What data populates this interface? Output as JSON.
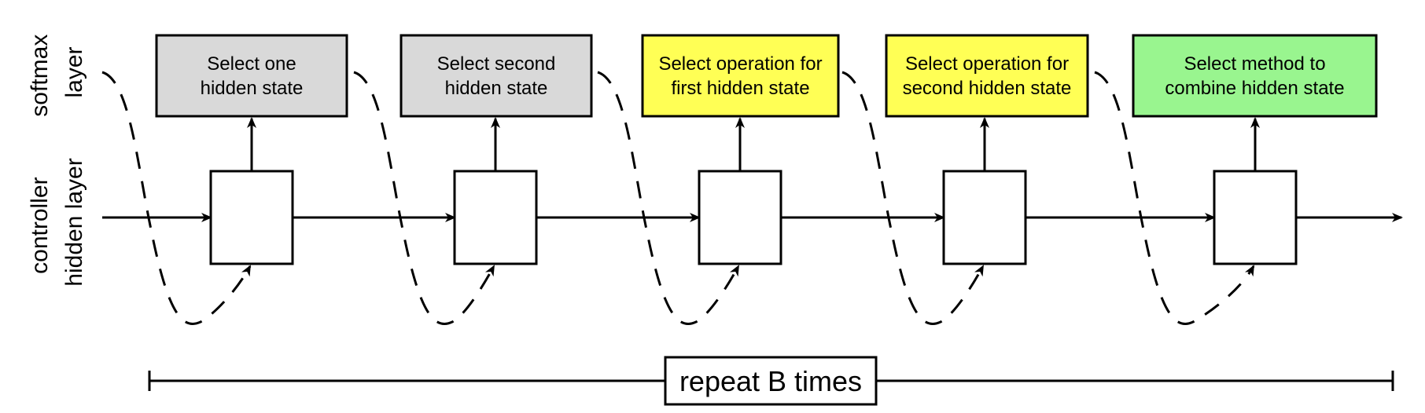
{
  "labels": {
    "softmax": [
      "softmax",
      "layer"
    ],
    "controller": [
      "controller",
      "hidden layer"
    ],
    "repeat": "repeat B times"
  },
  "colors": {
    "gray": "#d9d9d9",
    "yellow": "#ffff55",
    "green": "#99f58f",
    "hidden": "#ffffff",
    "stroke": "#000000"
  },
  "softmax_nodes": [
    {
      "lines": [
        "Select one",
        "hidden state"
      ],
      "color": "gray"
    },
    {
      "lines": [
        "Select second",
        "hidden state"
      ],
      "color": "gray"
    },
    {
      "lines": [
        "Select operation for",
        "first hidden state"
      ],
      "color": "yellow"
    },
    {
      "lines": [
        "Select operation for",
        "second hidden state"
      ],
      "color": "yellow"
    },
    {
      "lines": [
        "Select method to",
        "combine hidden state"
      ],
      "color": "green"
    }
  ]
}
